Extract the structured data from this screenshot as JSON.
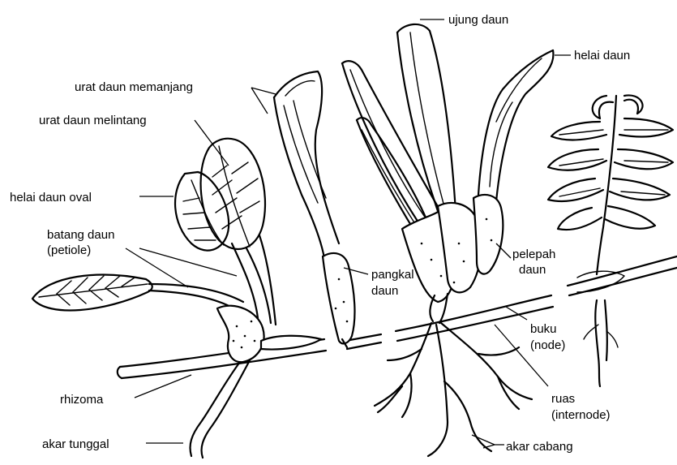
{
  "labels": {
    "ujung_daun": "ujung daun",
    "helai_daun": "helai daun",
    "urat_daun_memanjang": "urat daun memanjang",
    "urat_daun_melintang": "urat daun melintang",
    "helai_daun_oval": "helai daun oval",
    "batang_daun_1": "batang daun",
    "batang_daun_2": "(petiole)",
    "pangkal_daun_1": "pangkal",
    "pangkal_daun_2": "daun",
    "pelepah_daun_1": "pelepah",
    "pelepah_daun_2": "daun",
    "buku_1": "buku",
    "buku_2": "(node)",
    "ruas_1": "ruas",
    "ruas_2": "(internode)",
    "rhizoma": "rhizoma",
    "akar_tunggal": "akar tunggal",
    "akar_cabang": "akar cabang"
  }
}
